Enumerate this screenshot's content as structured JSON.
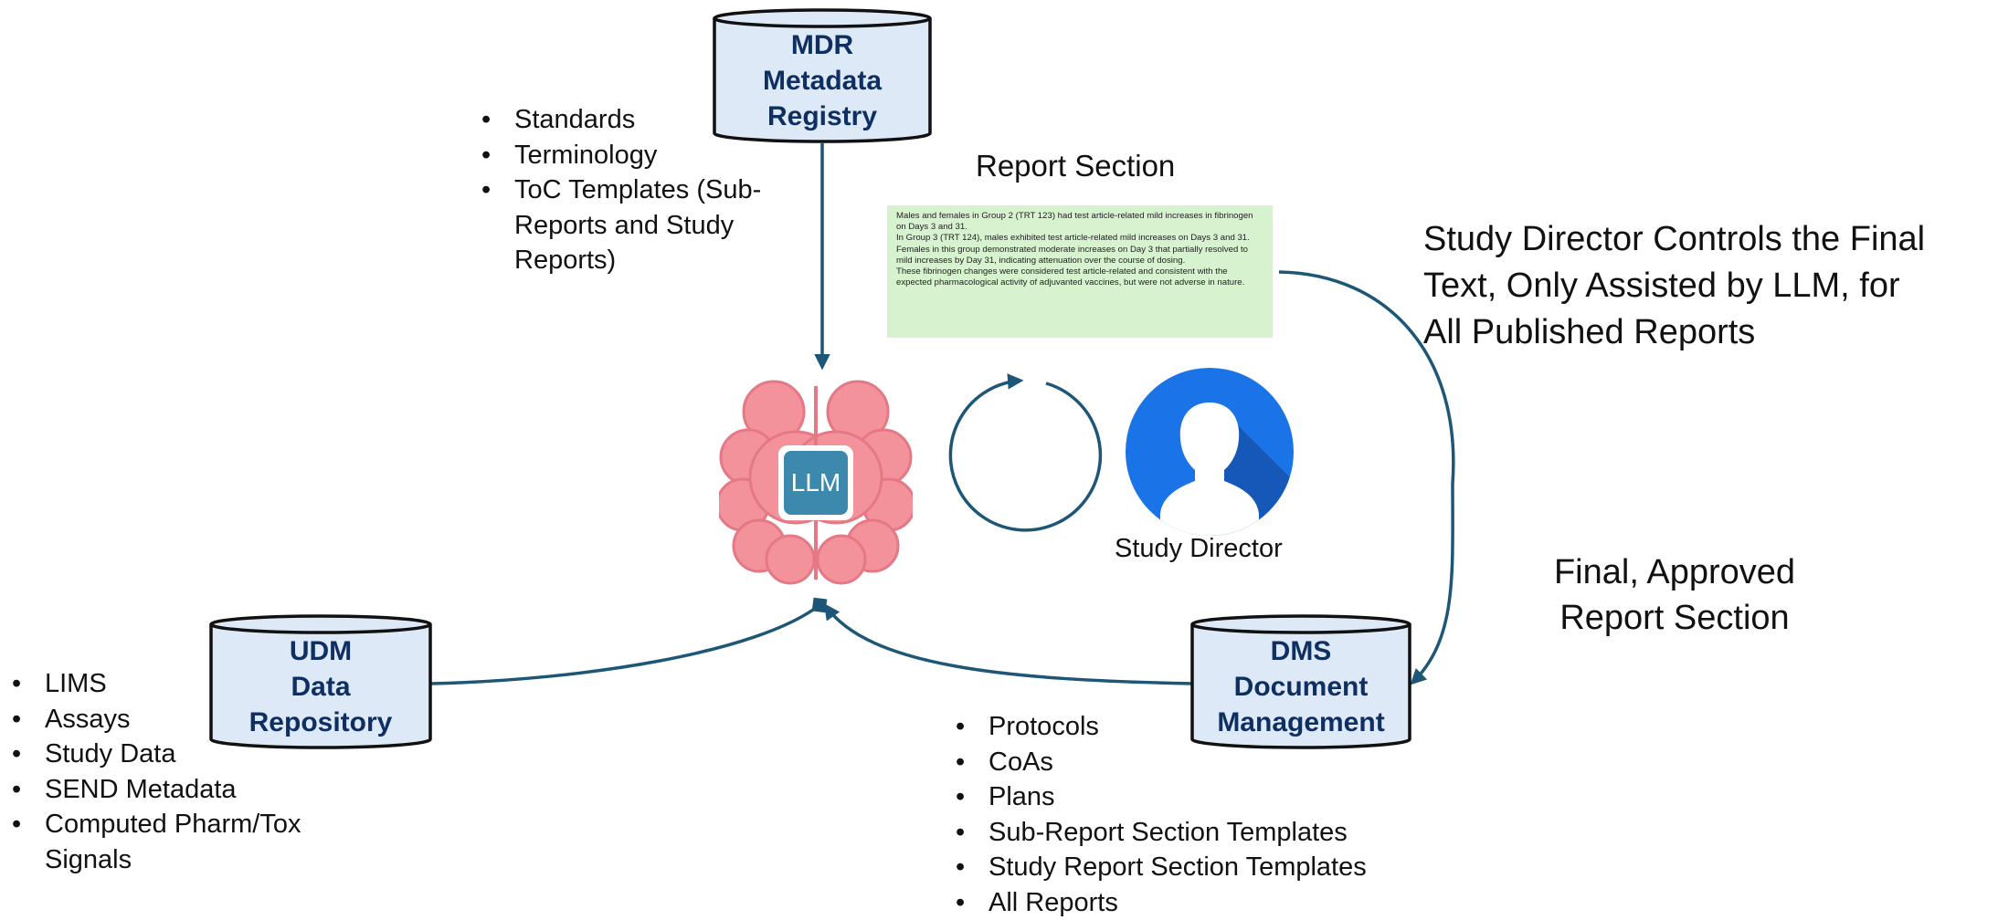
{
  "mdr": {
    "lines": [
      "MDR",
      "Metadata",
      "Registry"
    ]
  },
  "mdr_items": [
    "Standards",
    "Terminology",
    "ToC Templates (Sub-",
    "Reports and Study",
    "Reports)"
  ],
  "report_section_title": "Report Section",
  "report_text": [
    "Males and females in Group 2 (TRT 123) had test article-related mild increases in fibrinogen on Days 3 and 31.",
    "In Group 3 (TRT 124), males exhibited test article-related mild increases on Days 3 and 31. Females in this group demonstrated moderate increases on Day 3 that partially resolved to mild increases by Day 31, indicating attenuation over the course of dosing.",
    "These fibrinogen changes were considered test article-related and consistent with the expected pharmacological activity of adjuvanted vaccines, but were not adverse in nature."
  ],
  "controls_text": [
    "Study Director Controls the Final",
    "Text, Only Assisted by LLM,  for",
    "All Published Reports"
  ],
  "final_text": [
    "Final, Approved",
    "Report Section"
  ],
  "llm_label": "LLM",
  "study_director_label": "Study Director",
  "udm": {
    "lines": [
      "UDM",
      "Data",
      "Repository"
    ]
  },
  "udm_items": [
    "LIMS",
    "Assays",
    "Study Data",
    "SEND Metadata",
    "Computed Pharm/Tox",
    "Signals"
  ],
  "dms": {
    "lines": [
      "DMS",
      "Document",
      "Management"
    ]
  },
  "dms_items": [
    "Protocols",
    "CoAs",
    "Plans",
    "Sub-Report Section Templates",
    "Study Report Section Templates",
    "All Reports"
  ],
  "colors": {
    "db_fill": "#dde9f6",
    "db_stroke": "#111111",
    "db_text": "#0f2f63",
    "arrow": "#1d5676",
    "brain": "#f4929c",
    "brain_line": "#e47985",
    "llm_box": "#3d88ad",
    "avatar": "#1b73e8",
    "report_bg": "#d7f2cf"
  }
}
